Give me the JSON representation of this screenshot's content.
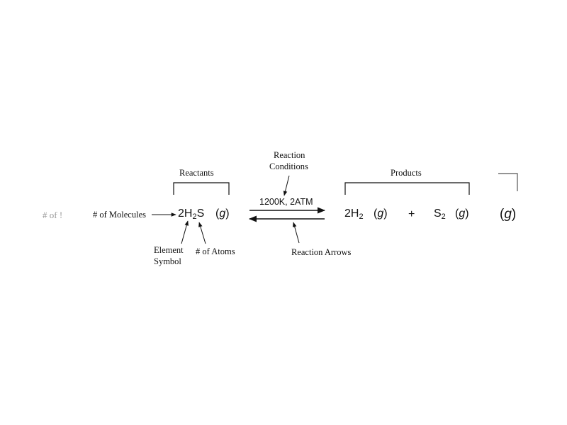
{
  "labels": {
    "reactants": "Reactants",
    "products": "Products",
    "reaction_conditions_line1": "Reaction",
    "reaction_conditions_line2": "Conditions",
    "conditions_value": "1200K, 2ATM",
    "num_molecules": "# of Molecules",
    "element_symbol_line1": "Element",
    "element_symbol_line2": "Symbol",
    "num_atoms": "# of Atoms",
    "reaction_arrows": "Reaction Arrows",
    "ghost_left": "# of !"
  },
  "equation": {
    "reactant": {
      "coef": "2",
      "el1": "H",
      "sub1": "2",
      "el2": "S",
      "state": "g"
    },
    "product1": {
      "coef": "2",
      "el1": "H",
      "sub1": "2",
      "state": "g"
    },
    "plus": "+",
    "product2": {
      "el1": "S",
      "sub1": "2",
      "state": "g"
    },
    "extra_state": "g"
  },
  "colors": {
    "ink": "#111111",
    "ghost": "#9a9a9a"
  }
}
